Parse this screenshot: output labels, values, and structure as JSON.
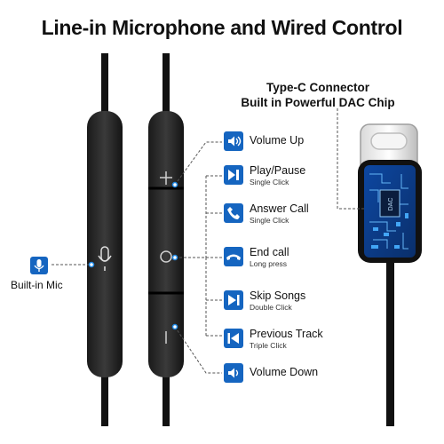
{
  "title": "Line-in Microphone and Wired Control",
  "connector": {
    "line1": "Type-C Connector",
    "line2": "Built in Powerful DAC Chip",
    "chip_label": "DAC"
  },
  "mic": {
    "label": "Built-in Mic",
    "icon": "microphone-icon"
  },
  "features": [
    {
      "label": "Volume Up",
      "sub": "",
      "icon": "volume-up-icon"
    },
    {
      "label": "Play/Pause",
      "sub": "Single Click",
      "icon": "play-pause-icon"
    },
    {
      "label": "Answer Call",
      "sub": "Single Click",
      "icon": "phone-answer-icon"
    },
    {
      "label": "End call",
      "sub": "Long press",
      "icon": "phone-hangup-icon"
    },
    {
      "label": "Skip Songs",
      "sub": "Double Click",
      "icon": "skip-forward-icon"
    },
    {
      "label": "Previous Track",
      "sub": "Triple Click",
      "icon": "skip-back-icon"
    },
    {
      "label": "Volume Down",
      "sub": "",
      "icon": "volume-down-icon"
    }
  ],
  "colors": {
    "accent": "#1565c0",
    "cable": "#111111",
    "dot": "#1e88e5"
  }
}
